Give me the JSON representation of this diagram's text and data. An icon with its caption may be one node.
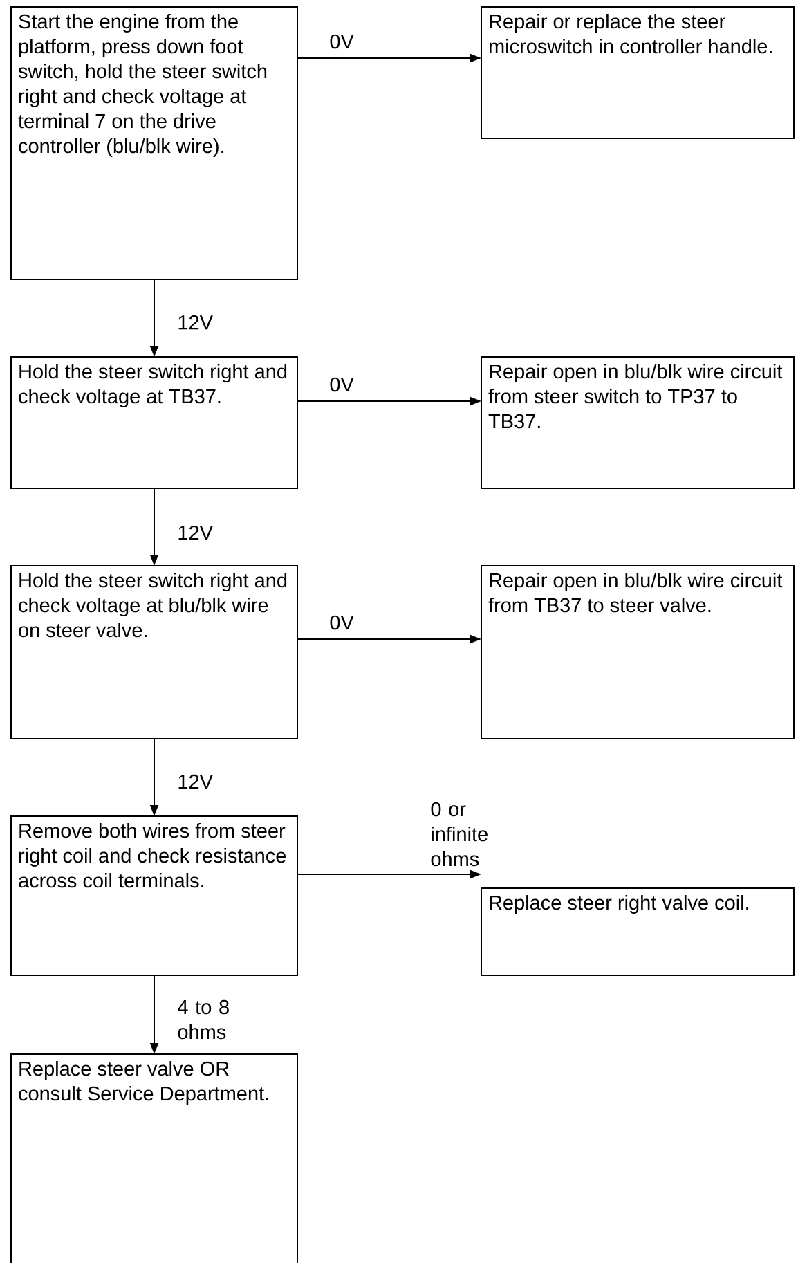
{
  "diagram": {
    "nodes": [
      {
        "text": [
          "Start the engine from the platform, press down foot switch, hold the steer switch right and check voltage at terminal 7 on the drive controller (blu/blk wire)."
        ]
      },
      {
        "text": [
          "Repair or replace the steer microswitch in controller handle."
        ]
      },
      {
        "text": [
          "Hold the steer switch right and check voltage at TB37."
        ]
      },
      {
        "text": [
          "Repair open in blu/blk wire circuit from steer switch to TP37 to TB37."
        ]
      },
      {
        "text": [
          "Hold the steer switch right and check voltage at blu/blk wire on steer valve."
        ]
      },
      {
        "text": [
          "Repair open in blu/blk wire circuit from TB37 to steer valve."
        ]
      },
      {
        "text": [
          "Remove both wires from steer right coil and check resistance across coil terminals."
        ]
      },
      {
        "text": [
          "Replace steer right valve coil."
        ]
      },
      {
        "text": [
          "Replace steer valve OR consult Service Department."
        ]
      }
    ],
    "edges": [
      {
        "from": 0,
        "to": 1,
        "arrow": "to",
        "label": "0V"
      },
      {
        "from": 0,
        "to": 2,
        "arrow": "to",
        "label": "12V"
      },
      {
        "from": 2,
        "to": 3,
        "arrow": "to",
        "label": "0V"
      },
      {
        "from": 2,
        "to": 4,
        "arrow": "to",
        "label": "12V"
      },
      {
        "from": 4,
        "to": 5,
        "arrow": "to",
        "label": "0V"
      },
      {
        "from": 4,
        "to": 6,
        "arrow": "to",
        "label": "12V"
      },
      {
        "from": 6,
        "to": 7,
        "arrow": "to",
        "label": "0 or infinite ohms"
      },
      {
        "from": 6,
        "to": 8,
        "arrow": "to",
        "label": "4 to 8 ohms"
      }
    ]
  }
}
